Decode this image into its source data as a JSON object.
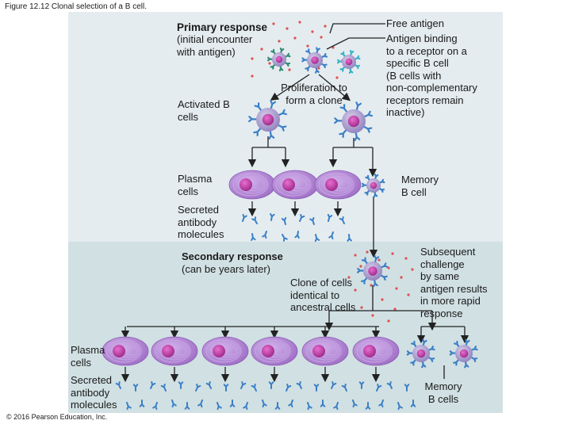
{
  "figure": {
    "caption": "Figure 12.12 Clonal selection of a B cell.",
    "copyright": "© 2016 Pearson Education, Inc."
  },
  "primary": {
    "title": "Primary response",
    "subtitle": "(initial encounter\nwith antigen)",
    "activated": "Activated B\ncells",
    "proliferation": "Proliferation to\nform a clone",
    "plasma": "Plasma\ncells",
    "memory": "Memory\nB cell",
    "secreted": "Secreted\nantibody\nmolecules"
  },
  "side_labels": {
    "free_antigen": "Free antigen",
    "antigen_binding": "Antigen binding\nto a receptor on a\nspecific B cell\n(B cells with\nnon-complementary\nreceptors remain\ninactive)"
  },
  "secondary": {
    "title": "Secondary response",
    "subtitle": "(can be years later)",
    "clone": "Clone of cells\nidentical to\nancestral cells",
    "challenge": "Subsequent\nchallenge\nby same\nantigen results\nin more rapid\nresponse",
    "plasma": "Plasma\ncells",
    "secreted": "Secreted\nantibody\nmolecules",
    "memory": "Memory\nB cells"
  },
  "colors": {
    "panel_primary": "#e4ecef",
    "panel_secondary": "#d1e0e3",
    "cell_body": "#9a8cc4",
    "nucleus": "#b3349a",
    "plasma_cell": "#a679c9",
    "receptor_blue": "#3a7fc6",
    "receptor_cyan": "#33b3c7",
    "receptor_green": "#2e8b72",
    "antigen": "#e05050"
  }
}
